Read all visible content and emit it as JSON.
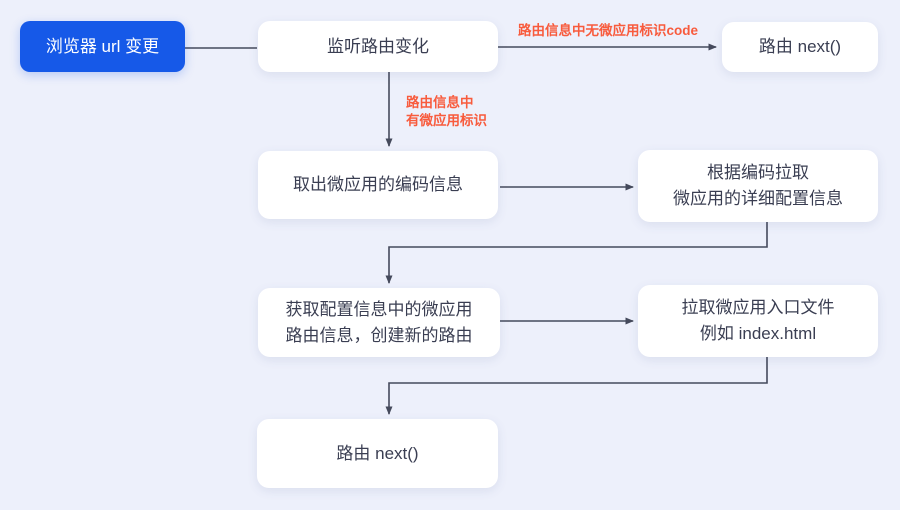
{
  "diagram": {
    "title": "micro-app route interception flow",
    "colors": {
      "background": "#edf0fb",
      "node_fill": "#ffffff",
      "node_text": "#3a3e52",
      "primary_fill": "#1659e8",
      "primary_text": "#ffffff",
      "edge_line": "#454a5c",
      "edge_label_red": "#f85b3d"
    },
    "nodes": {
      "browser_url": {
        "label": "浏览器 url 变更"
      },
      "listen_route": {
        "label": "监听路由变化"
      },
      "route_next_top": {
        "label": "路由 next()"
      },
      "extract_code": {
        "label": "取出微应用的编码信息"
      },
      "fetch_config": {
        "line1": "根据编码拉取",
        "line2": "微应用的详细配置信息"
      },
      "get_route": {
        "line1": "获取配置信息中的微应用",
        "line2": "路由信息，创建新的路由"
      },
      "fetch_entry": {
        "line1": "拉取微应用入口文件",
        "line2": "例如 index.html"
      },
      "route_next_bottom": {
        "label": "路由 next()"
      }
    },
    "edge_labels": {
      "no_app_code": {
        "text": "路由信息中无微应用标识code"
      },
      "has_app_code": {
        "line1": "路由信息中",
        "line2": "有微应用标识"
      }
    }
  }
}
